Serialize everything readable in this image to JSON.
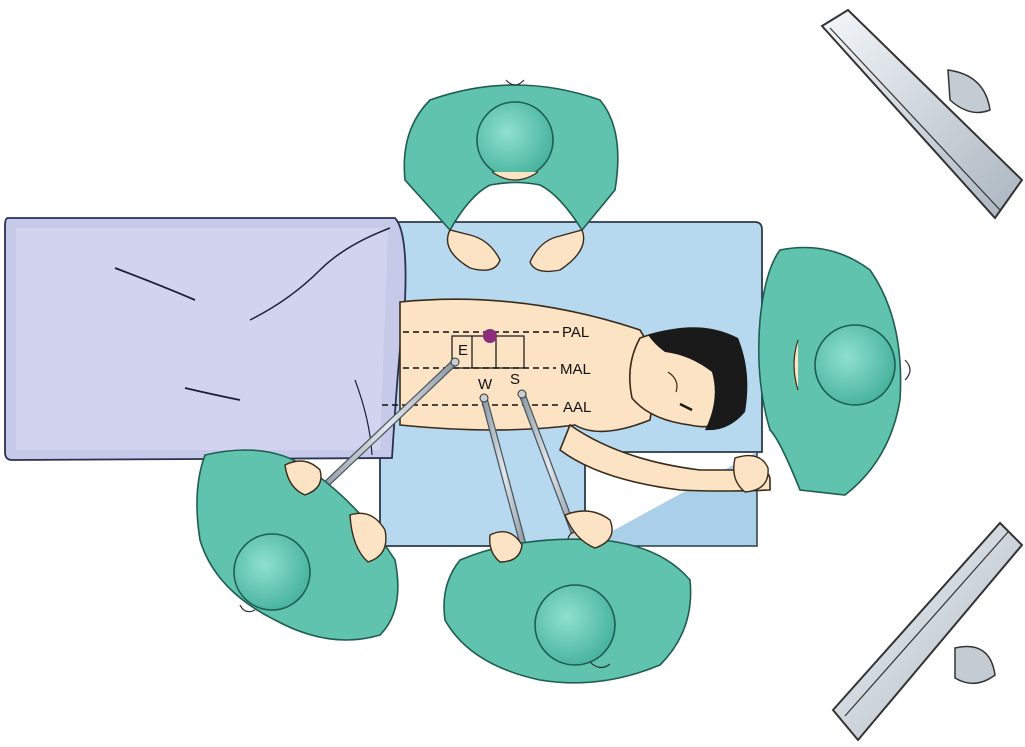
{
  "diagram": {
    "line_labels": {
      "pal": "PAL",
      "mal": "MAL",
      "aal": "AAL"
    },
    "port_labels": {
      "e": "E",
      "w": "W",
      "s": "S"
    },
    "colors": {
      "gown": "#5fc3ad",
      "gown_dark": "#2f8f7d",
      "cap": "#6fd0bd",
      "skin": "#fbe3c4",
      "drape_blue": "#b7d9f0",
      "drape_purple": "#c7c9e8",
      "monitor": "#d9e0e8",
      "lesion": "#8b2f7a",
      "hair": "#1a1a1a",
      "instrument": "#b8c3cc"
    }
  }
}
